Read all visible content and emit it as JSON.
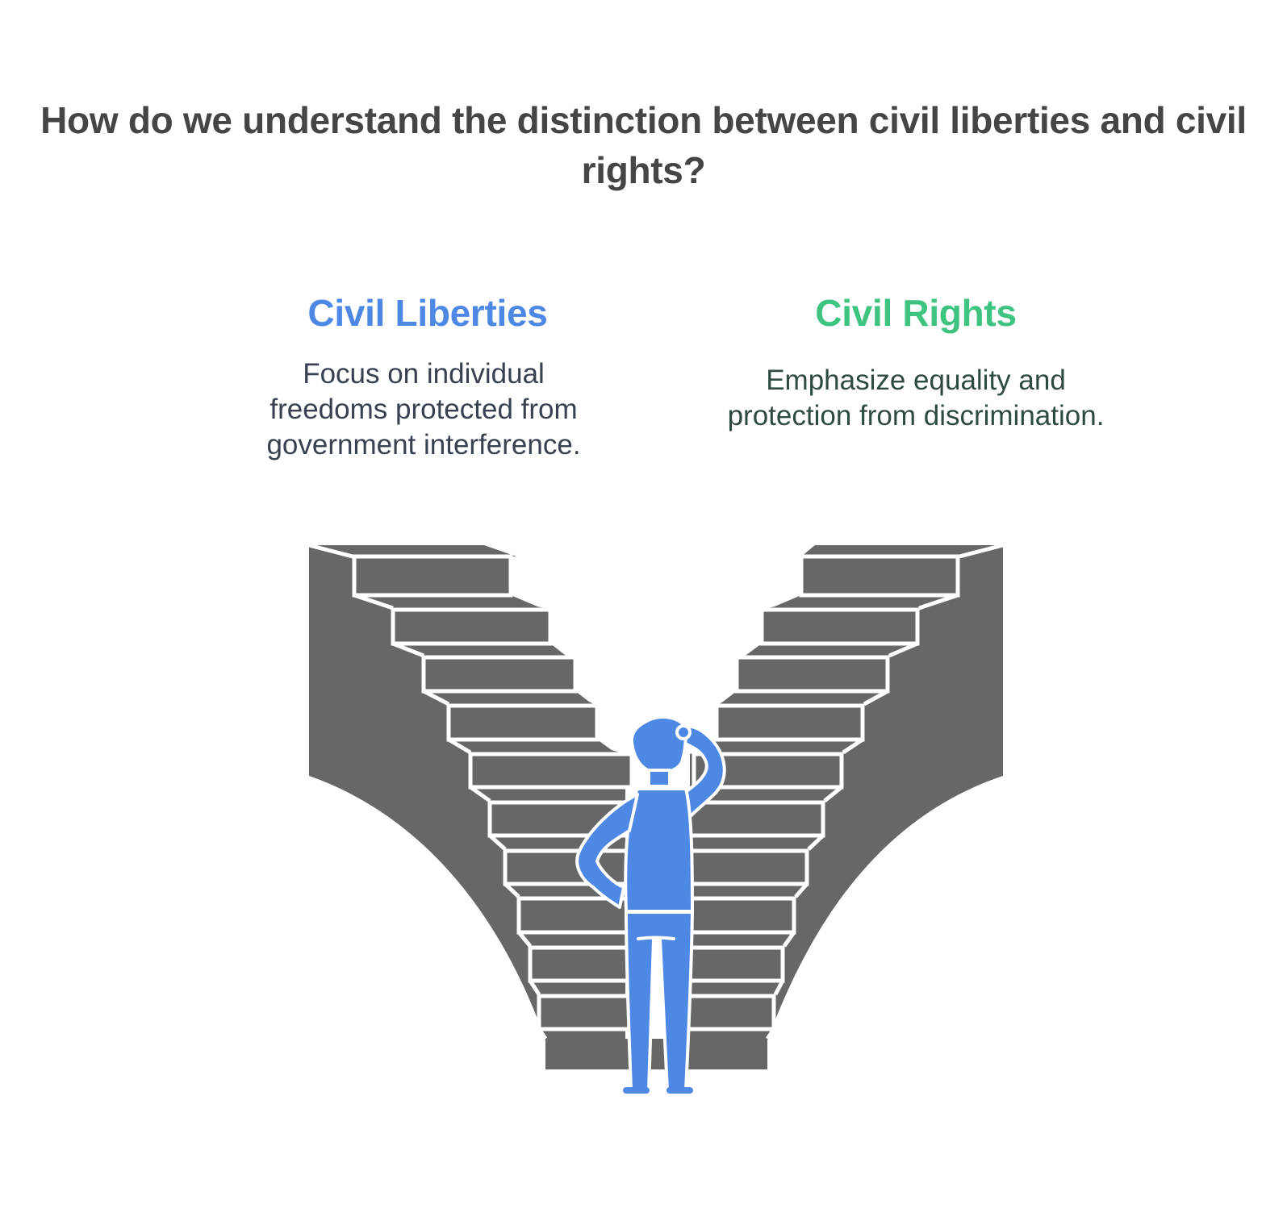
{
  "title": "How do we understand the distinction between civil liberties and civil rights?",
  "columns": {
    "liberties": {
      "heading": "Civil Liberties",
      "description": "Focus on individual freedoms protected from government interference.",
      "color": "#4E88E5"
    },
    "rights": {
      "heading": "Civil Rights",
      "description": "Emphasize equality and protection from discrimination.",
      "color": "#3EC480"
    }
  },
  "illustration": {
    "left_staircase": "staircase-left-icon",
    "right_staircase": "staircase-right-icon",
    "figure": "thinking-person-icon",
    "stair_color": "#676767",
    "figure_color": "#4E88E5",
    "body_text_color_left": "#394150",
    "body_text_color_right": "#2F4A40"
  }
}
